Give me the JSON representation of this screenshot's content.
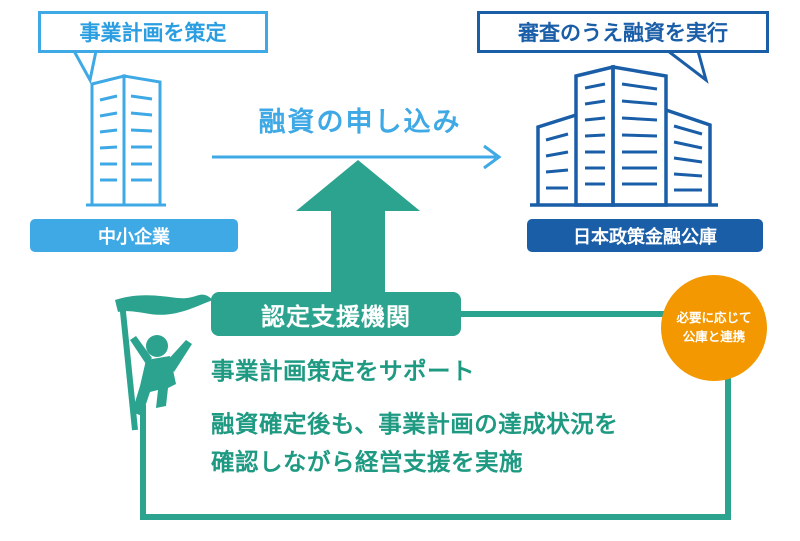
{
  "left_bubble": "事業計画を策定",
  "right_bubble": "審査のうえ融資を実行",
  "loan_arrow_label": "融資の申し込み",
  "sme_label": "中小企業",
  "jfc_label": "日本政策金融公庫",
  "support_org": "認定支援機関",
  "badge": {
    "line1": "必要に応じて",
    "line2": "公庫と連携"
  },
  "support_lines": [
    "事業計画策定をサポート",
    "融資確定後も、事業計画の達成状況を",
    "確認しながら経営支援を実施"
  ],
  "colors": {
    "light_blue": "#3fa9e6",
    "dark_blue": "#1a5ea8",
    "teal": "#2ba38e",
    "orange": "#f39800"
  },
  "icons": [
    "sme-building-icon",
    "jfc-building-icon",
    "flag-person-icon"
  ]
}
